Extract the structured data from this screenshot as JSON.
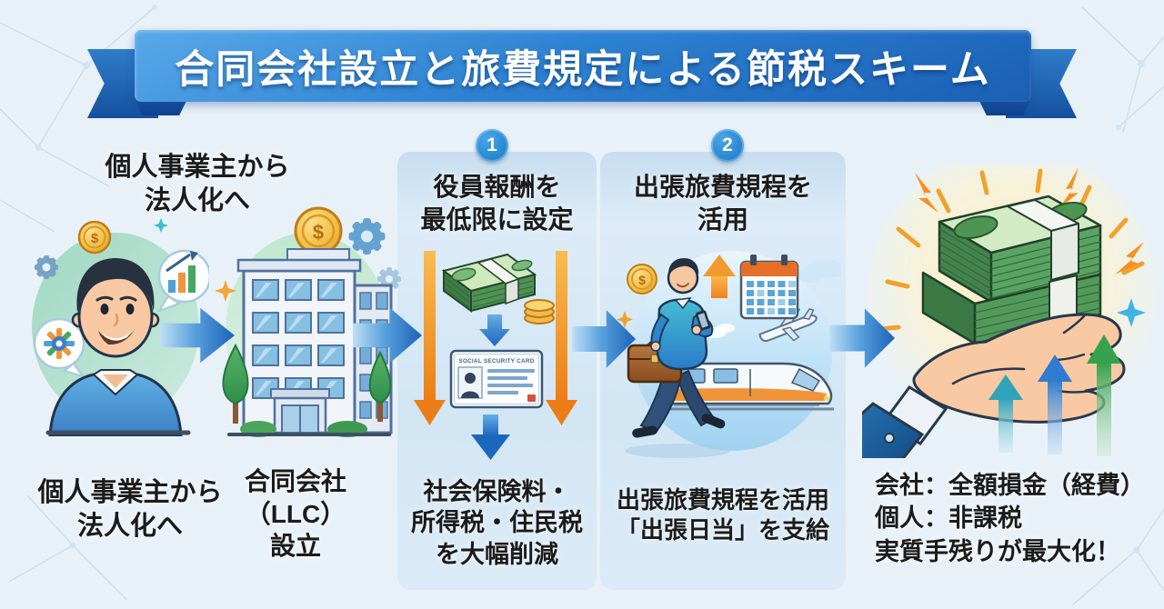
{
  "banner": {
    "title": "合同会社設立と旅費規定による節税スキーム"
  },
  "stage_person": {
    "top_label": [
      "個人事業主から",
      "法人化へ"
    ],
    "bottom_label": [
      "個人事業主から",
      "法人化へ"
    ]
  },
  "stage_company": {
    "bottom_label": [
      "合同会社",
      "（LLC）",
      "設立"
    ]
  },
  "step1": {
    "badge": "1",
    "heading": [
      "役員報酬を",
      "最低限に設定"
    ],
    "card_title": "SOCIAL SECURITY CARD",
    "caption": [
      "社会保険料・",
      "所得税・住民税",
      "を大幅削減"
    ]
  },
  "step2": {
    "badge": "2",
    "heading": [
      "出張旅費規程を",
      "活用"
    ],
    "caption": [
      "出張旅費規程を活用",
      "「出張日当」を支給"
    ]
  },
  "result": {
    "caption": [
      "会社：全額損金（経費）",
      "個人：非課税",
      "実質手残りが最大化！"
    ]
  },
  "icons": {
    "coin_symbol": "$"
  },
  "colors": {
    "background": "#e9f1f8",
    "ribbon_blue": "#2b7ccc",
    "panel_blue": "#d5e7f4",
    "flow_arrow_blue": "#1f6cc0",
    "reduction_arrow_orange": "#ee8120",
    "money_green": "#58a05e",
    "badge_blue": "#1d86d8"
  }
}
